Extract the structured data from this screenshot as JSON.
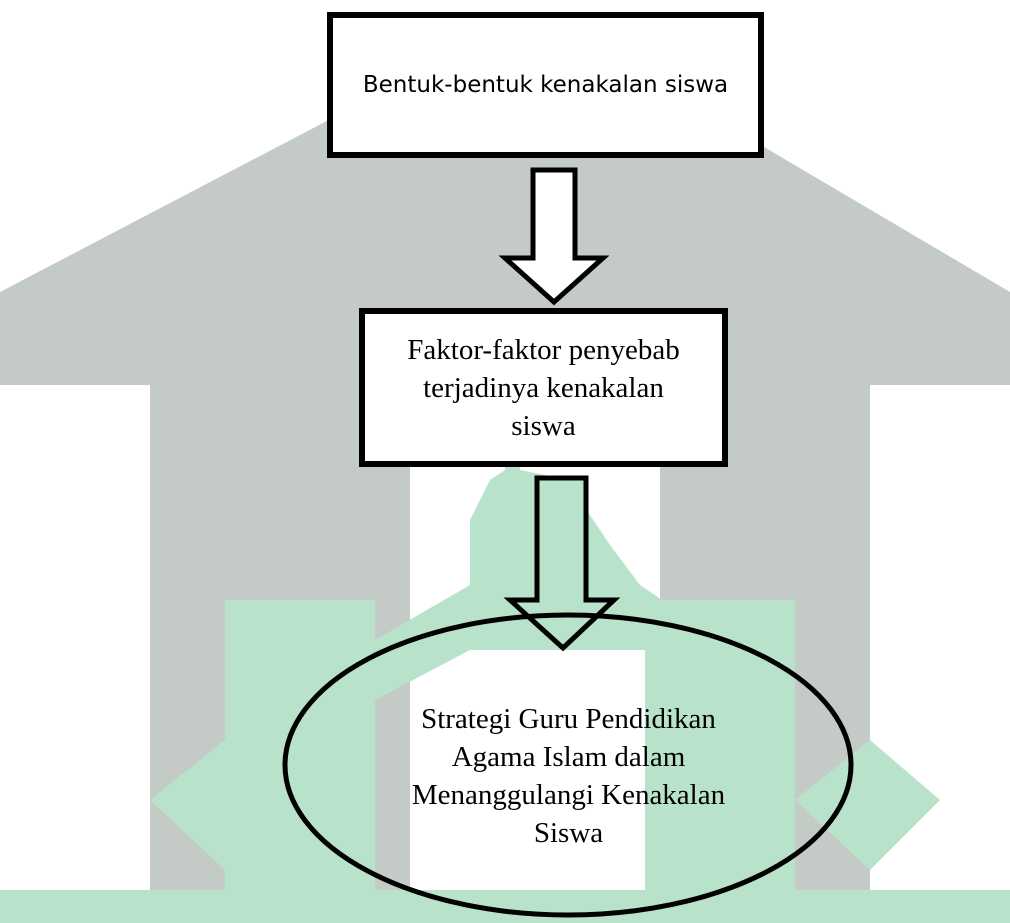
{
  "diagram": {
    "step1": {
      "text": "Bentuk-bentuk kenakalan siswa"
    },
    "step2": {
      "lines": [
        "Faktor-faktor penyebab",
        "terjadinya kenakalan",
        "siswa"
      ]
    },
    "step3": {
      "lines": [
        "Strategi Guru Pendidikan",
        "Agama Islam dalam",
        "Menanggulangi Kenakalan",
        "Siswa"
      ]
    }
  },
  "colors": {
    "watermark_gray": "#c4cbc6",
    "watermark_green": "#b9e2cb",
    "stroke": "#000000",
    "background": "#ffffff"
  }
}
